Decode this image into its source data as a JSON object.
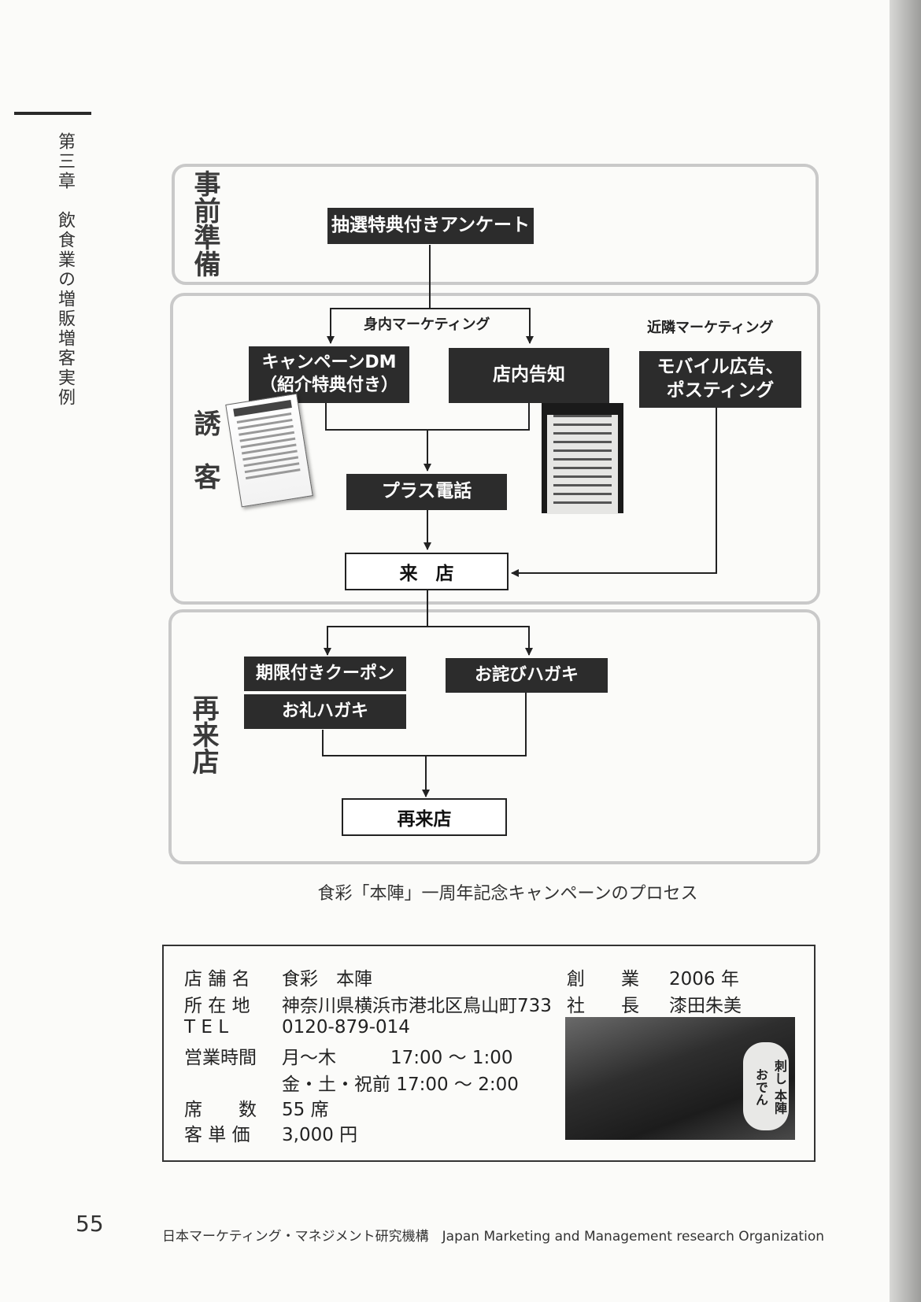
{
  "chapter": {
    "title": "第三章　飲食業の増販増客実例"
  },
  "diagram": {
    "sections": {
      "prep": "事前準備",
      "attract": "誘　客",
      "return": "再来店"
    },
    "nodes": {
      "survey": "抽選特典付きアンケート",
      "internal_marketing": "身内マーケティング",
      "nearby_marketing": "近隣マーケティング",
      "campaign_dm": "キャンペーンDM\n（紹介特典付き）",
      "in_store": "店内告知",
      "mobile_ads": "モバイル広告、\nポスティング",
      "plus_call": "プラス電話",
      "visit": "来　店",
      "coupon": "期限付きクーポン",
      "thanks_card": "お礼ハガキ",
      "apology_card": "お詫びハガキ",
      "revisit": "再来店"
    }
  },
  "caption": "食彩「本陣」一周年記念キャンペーンのプロセス",
  "store_info": {
    "name_label": "店 舗 名",
    "name": "食彩　本陣",
    "address_label": "所 在 地",
    "address": "神奈川県横浜市港北区鳥山町733",
    "tel_label": "T E L",
    "tel": "0120-879-014",
    "hours_label": "営業時間",
    "hours_1": "月～木　　　17:00 ～ 1:00",
    "hours_2": "金・土・祝前 17:00 ～ 2:00",
    "seats_label": "席　　数",
    "seats": "55 席",
    "price_label": "客 単 価",
    "price": "3,000 円",
    "founded_label": "創　　業",
    "founded": "2006 年",
    "president_label": "社　　長",
    "president": "漆田朱美",
    "lantern_text": "刺し 本陣 おでん"
  },
  "footer": {
    "page_number": "55",
    "org": "日本マーケティング・マネジメント研究機構　Japan Marketing and Management research Organization"
  }
}
